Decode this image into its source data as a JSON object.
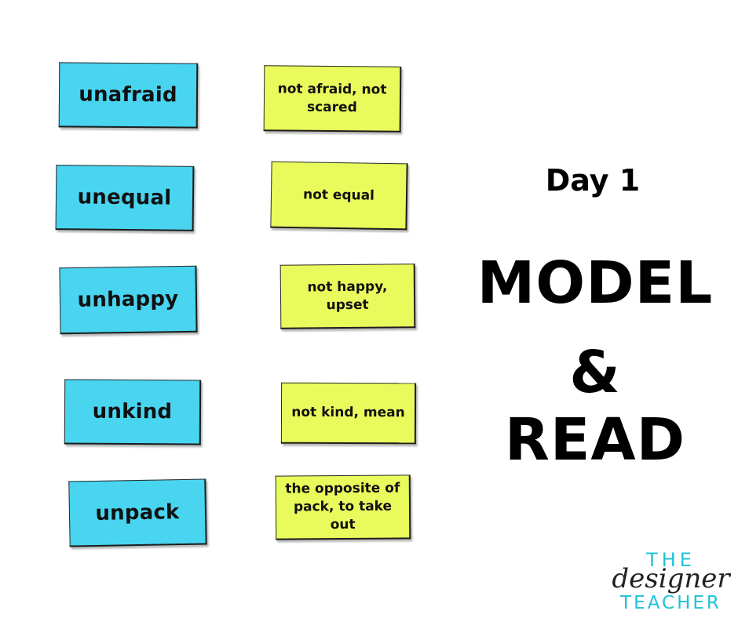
{
  "cards": {
    "left": [
      {
        "label": "unafraid"
      },
      {
        "label": "unequal"
      },
      {
        "label": "unhappy"
      },
      {
        "label": "unkind"
      },
      {
        "label": "unpack"
      }
    ],
    "right": [
      {
        "line1": "not afraid, not",
        "line2": "scared"
      },
      {
        "line1": "not equal",
        "line2": ""
      },
      {
        "line1": "not happy, upset",
        "line2": ""
      },
      {
        "line1": "not kind, mean",
        "line2": ""
      },
      {
        "line1": "the opposite of",
        "line2": "pack, to take out"
      }
    ]
  },
  "title": {
    "day": "Day 1",
    "line1": "MODEL",
    "line2": "& READ"
  },
  "logo": {
    "top": "THE",
    "script": "designer",
    "bottom": "TEACHER"
  },
  "colors": {
    "cyan_card": "#49d4f0",
    "yellow_card": "#e9fb5c",
    "logo_teal": "#1ec2d7"
  }
}
